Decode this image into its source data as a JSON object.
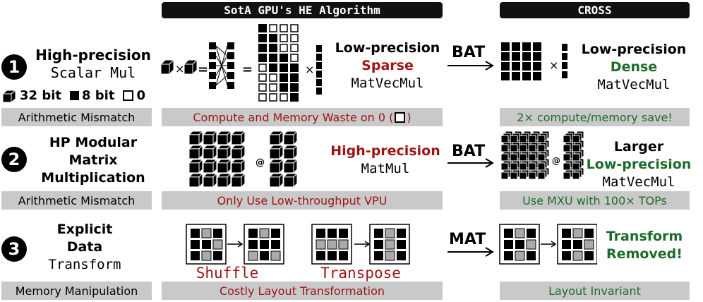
{
  "headers": {
    "sota": "SotA GPU's HE Algorithm",
    "cross": "CROSS"
  },
  "rows": [
    {
      "number": "1",
      "label_line1": "High-precision",
      "label_line2": "Scalar Mul",
      "category": "Arithmetic Mismatch",
      "sota_desc_line1": "Low-precision",
      "sota_desc_line2": "Sparse",
      "sota_desc_line3": "MatVecMul",
      "sota_bar": "Compute and Memory Waste on 0 (",
      "sota_bar_end": ")",
      "op": "BAT",
      "cross_desc_line1": "Low-precision",
      "cross_desc_line2": "Dense",
      "cross_desc_line3": "MatVecMul",
      "cross_bar": "2× compute/memory save!"
    },
    {
      "number": "2",
      "label_line1": "HP Modular",
      "label_line2": "Matrix",
      "label_line3": "Multiplication",
      "category": "Arithmetic Mismatch",
      "sota_desc_line1": "High-precision",
      "sota_desc_line2": "MatMul",
      "sota_bar": "Only Use Low-throughput VPU",
      "op": "BAT",
      "cross_desc_line1": "Larger",
      "cross_desc_line2": "Low-precision",
      "cross_desc_line3": "MatVecMul",
      "cross_bar": "Use MXU with 100× TOPs"
    },
    {
      "number": "3",
      "label_line1": "Explicit",
      "label_line2": "Data",
      "label_line3": "Transform",
      "category": "Memory Manipulation",
      "sota_caption1": "Shuffle",
      "sota_caption2": "Transpose",
      "sota_bar": "Costly Layout Transformation",
      "op": "MAT",
      "cross_desc_line1": "Transform",
      "cross_desc_line2": "Removed!",
      "cross_bar": "Layout Invariant"
    }
  ],
  "legend": {
    "bit32": "32 bit",
    "bit8": "8 bit",
    "zero": "0"
  },
  "symbols": {
    "times": "×",
    "equals": "=",
    "at": "@"
  },
  "colors": {
    "red": "#9c1414",
    "green": "#1d6b2a",
    "bar": "#c9c9c9"
  }
}
